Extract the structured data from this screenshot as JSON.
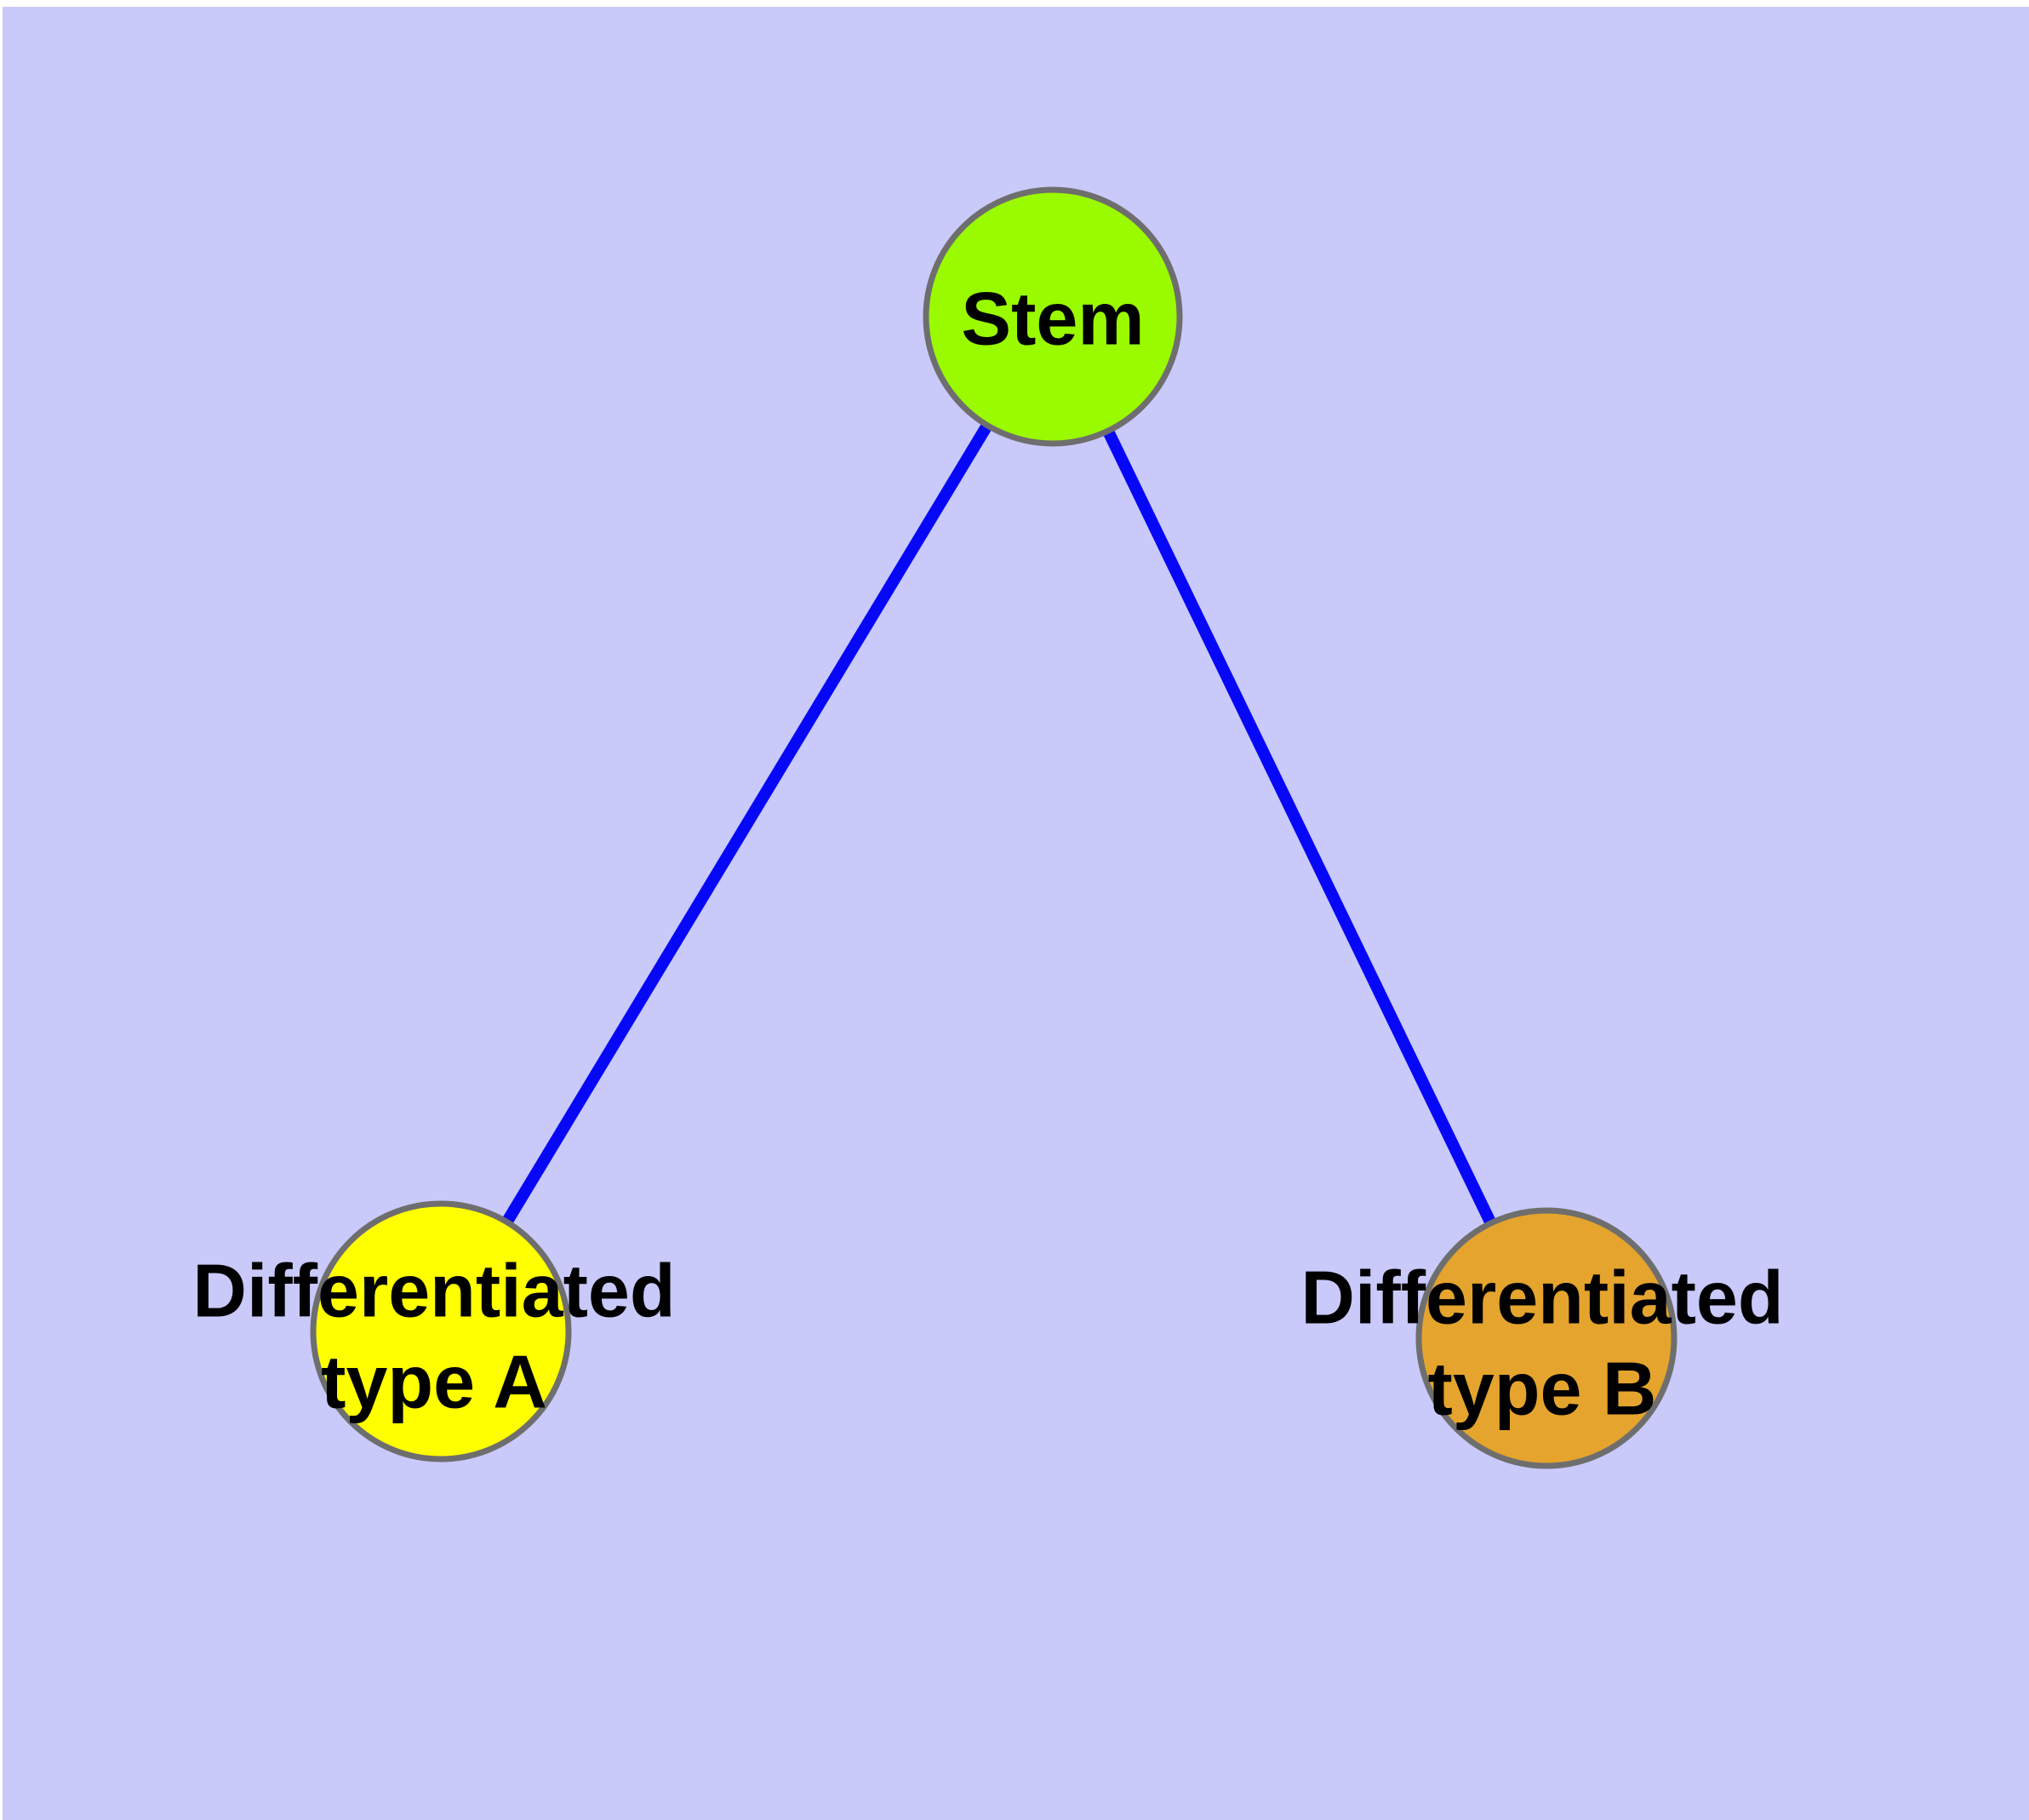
{
  "canvas": {
    "page_background": "#FFFFFF",
    "panel_background": "#C9C9FA"
  },
  "edge_style": {
    "color": "#0707F7",
    "width": "14"
  },
  "node_style": {
    "border_color": "#6E6E6E",
    "border_width": "7",
    "label_color": "#000000"
  },
  "nodes": {
    "stem": {
      "label": "Stem",
      "fill": "#9AFA00"
    },
    "type_a": {
      "label": "Differentiated\ntype A",
      "fill": "#FFFF00"
    },
    "type_b": {
      "label": "Differentiated\ntype B",
      "fill": "#E5A42D"
    }
  },
  "edges": [
    {
      "from": "Stem",
      "to": "Differentiated type A"
    },
    {
      "from": "Stem",
      "to": "Differentiated type B"
    }
  ]
}
